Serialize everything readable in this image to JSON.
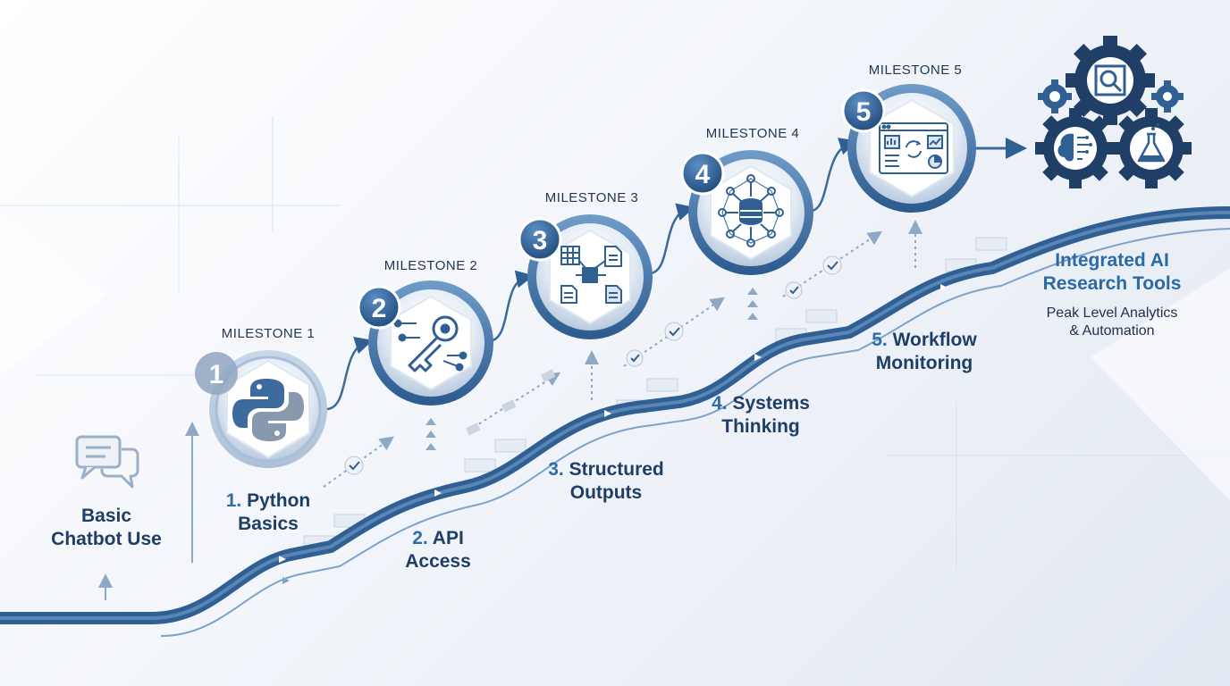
{
  "start": {
    "line1": "Basic",
    "line2": "Chatbot Use"
  },
  "milestones": [
    {
      "title": "MILESTONE 1",
      "badge": "1",
      "step_num": "1.",
      "step_line1": "Python",
      "step_line2": "Basics"
    },
    {
      "title": "MILESTONE 2",
      "badge": "2",
      "step_num": "2.",
      "step_line1": "API",
      "step_line2": "Access"
    },
    {
      "title": "MILESTONE 3",
      "badge": "3",
      "step_num": "3.",
      "step_line1": "Structured",
      "step_line2": "Outputs"
    },
    {
      "title": "MILESTONE 4",
      "badge": "4",
      "step_num": "4.",
      "step_line1": "Systems",
      "step_line2": "Thinking"
    },
    {
      "title": "MILESTONE 5",
      "badge": "5",
      "step_num": "5.",
      "step_line1": "Workflow",
      "step_line2": "Monitoring"
    }
  ],
  "final": {
    "title_line1": "Integrated AI",
    "title_line2": "Research Tools",
    "subtitle_line1": "Peak Level Analytics",
    "subtitle_line2": "& Automation"
  },
  "colors": {
    "primary": "#2f5f93",
    "dark": "#1f3f66",
    "accent": "#2f6ca8",
    "light": "#c7d5e6"
  },
  "icons": [
    "chat-bubbles-icon",
    "python-logo-icon",
    "key-icon",
    "structured-data-icon",
    "database-network-icon",
    "dashboard-icon",
    "research-gears-icon"
  ]
}
